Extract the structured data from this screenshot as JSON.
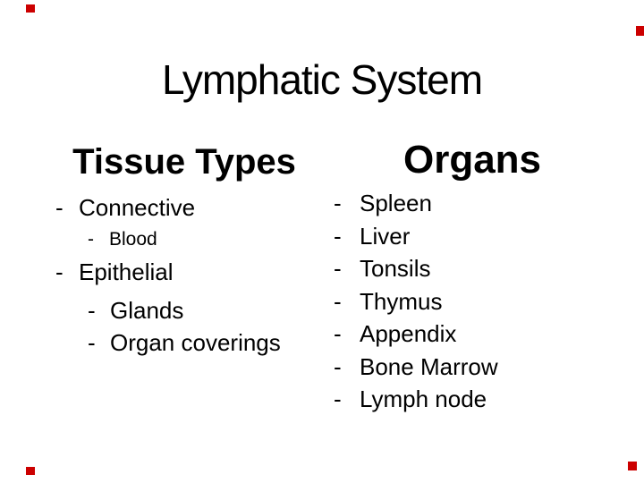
{
  "slide": {
    "title": "Lymphatic System",
    "bullet_char": "-",
    "colors": {
      "background": "#ffffff",
      "text": "#000000",
      "corner_mark": "#cc0000"
    },
    "columns": [
      {
        "heading": "Tissue Types",
        "items": [
          {
            "label": "Connective",
            "level": 1
          },
          {
            "label": "Blood",
            "level": 2
          },
          {
            "label": "Epithelial",
            "level": 1
          },
          {
            "label": "Glands",
            "level": 2
          },
          {
            "label": "Organ coverings",
            "level": 2
          }
        ]
      },
      {
        "heading": "Organs",
        "items": [
          {
            "label": "Spleen",
            "level": 1
          },
          {
            "label": "Liver",
            "level": 1
          },
          {
            "label": "Tonsils",
            "level": 1
          },
          {
            "label": "Thymus",
            "level": 1
          },
          {
            "label": "Appendix",
            "level": 1
          },
          {
            "label": "Bone Marrow",
            "level": 1
          },
          {
            "label": "Lymph node",
            "level": 1
          }
        ]
      }
    ]
  }
}
